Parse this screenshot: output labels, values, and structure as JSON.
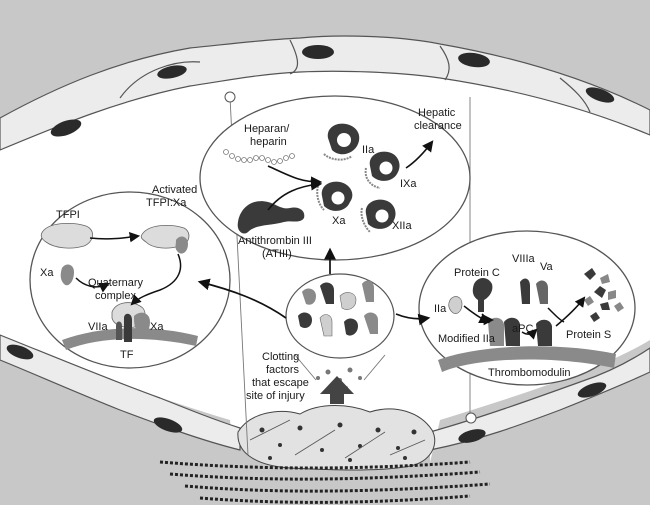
{
  "labels": {
    "heparan_l1": "Heparan/",
    "heparan_l2": "heparin",
    "iia_top": "IIa",
    "hepatic_l1": "Hepatic",
    "hepatic_l2": "clearance",
    "ixa": "IXa",
    "xa_top": "Xa",
    "xiia": "XIIa",
    "atiii_l1": "Antithrombin III",
    "atiii_l2": "(ATIII)",
    "tfpi": "TFPI",
    "activated_l1": "Activated",
    "activated_l2": "TFPI:Xa",
    "xa_left": "Xa",
    "quaternary_l1": "Quaternary",
    "quaternary_l2": "complex",
    "viia": "VIIa",
    "xa_complex": "Xa",
    "tf": "TF",
    "protein_c": "Protein C",
    "viiia": "VIIIa",
    "va": "Va",
    "iia_right": "IIa",
    "modified_iia": "Modified IIa",
    "apc": "aPC",
    "protein_s": "Protein S",
    "thrombomodulin": "Thrombomodulin",
    "clot_l1": "Clotting",
    "clot_l2": "factors",
    "clot_l3": "that escape",
    "clot_l4": "site of injury"
  },
  "colors": {
    "tissue": "#c8c8c8",
    "cell": "#ececec",
    "nucleus": "#2a2a2a",
    "bubble": "#ffffff",
    "membrane": "#8a8a8a",
    "dark_protein": "#3a3a3a",
    "light_protein": "#cfcfcf"
  }
}
